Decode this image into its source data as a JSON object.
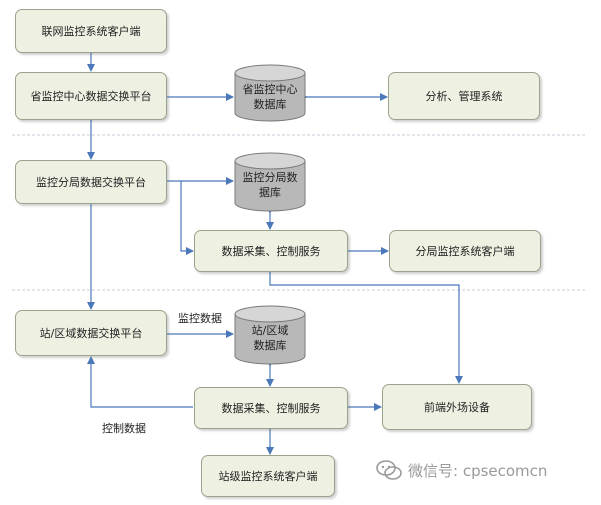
{
  "nodes": {
    "networked_client": "联网监控系统客户端",
    "provincial_platform": "省监控中心数据交换平台",
    "provincial_db_line1": "省监控中心",
    "provincial_db_line2": "数据库",
    "analysis_system": "分析、管理系统",
    "branch_platform": "监控分局数据交换平台",
    "branch_db_line1": "监控分局数",
    "branch_db_line2": "据库",
    "branch_service": "数据采集、控制服务",
    "branch_client": "分局监控系统客户端",
    "station_platform": "站/区域数据交换平台",
    "station_db_line1": "站/区域",
    "station_db_line2": "数据库",
    "station_service": "数据采集、控制服务",
    "field_devices": "前端外场设备",
    "station_client": "站级监控系统客户端"
  },
  "labels": {
    "monitor_data": "监控数据",
    "control_data": "控制数据"
  },
  "watermark": {
    "text": "微信号: cpsecomcn"
  },
  "colors": {
    "box_fill": "#eef1e2",
    "db_fill": "#b8b8b8",
    "arrow": "#4a78b8",
    "divider": "#c8cdd8"
  }
}
